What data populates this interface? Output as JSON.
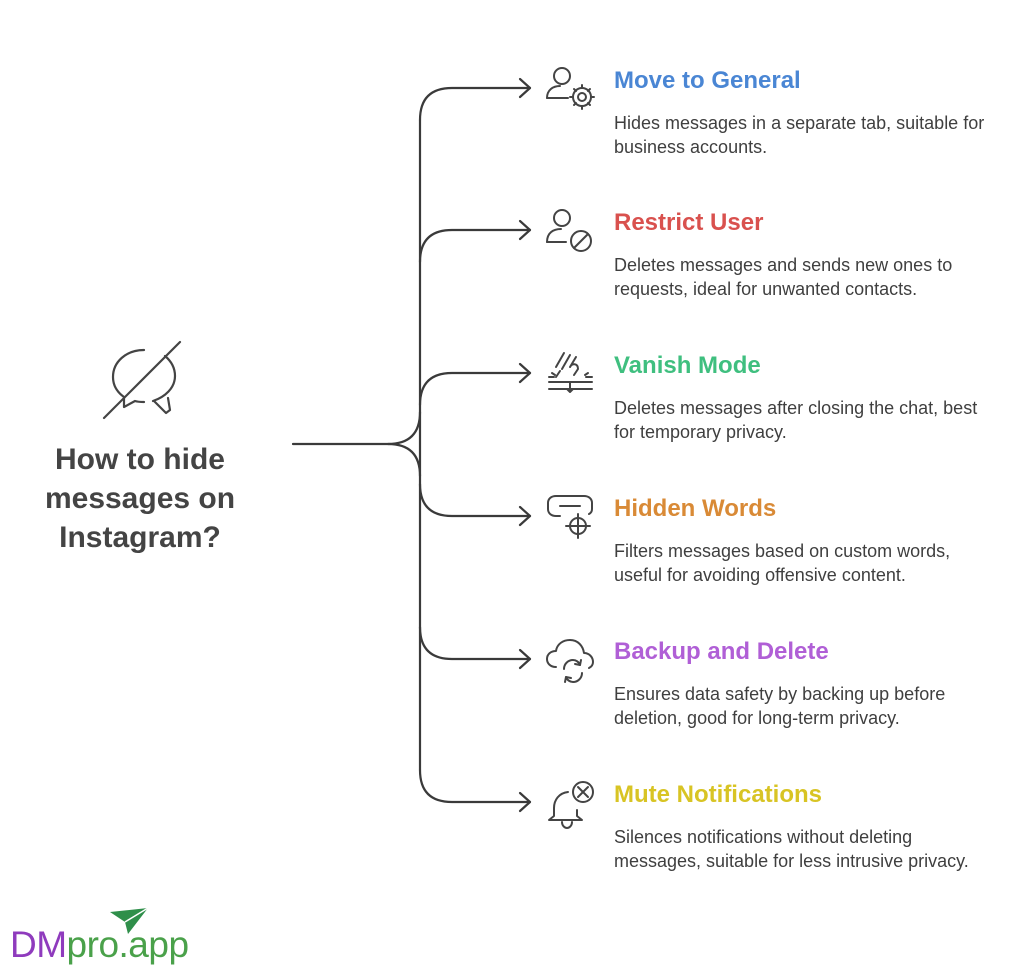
{
  "center": {
    "title": "How to hide messages on Instagram?",
    "icon": "no-chat-icon"
  },
  "branches": [
    {
      "title": "Move to General",
      "description": "Hides messages in a separate tab, suitable for business accounts.",
      "color": "#4a86d4",
      "icon": "user-gear-icon"
    },
    {
      "title": "Restrict User",
      "description": "Deletes messages and sends new ones to requests, ideal for unwanted contacts.",
      "color": "#d9514e",
      "icon": "user-block-icon"
    },
    {
      "title": "Vanish Mode",
      "description": "Deletes messages after closing the chat, best for temporary privacy.",
      "color": "#3fbf7f",
      "icon": "swipe-up-icon"
    },
    {
      "title": "Hidden Words",
      "description": "Filters messages based on custom words, useful for avoiding offensive content.",
      "color": "#d98a36",
      "icon": "message-target-icon"
    },
    {
      "title": "Backup and Delete",
      "description": "Ensures data safety by backing up before deletion, good for long-term privacy.",
      "color": "#b05fd6",
      "icon": "cloud-sync-icon"
    },
    {
      "title": "Mute Notifications",
      "description": "Silences notifications without deleting messages, suitable for less intrusive privacy.",
      "color": "#d8c424",
      "icon": "bell-off-icon"
    }
  ],
  "logo": {
    "prefix": "DM",
    "suffix": "pro.app",
    "icon": "paper-plane-icon",
    "colors": {
      "prefix": "#8f3bbd",
      "suffix": "#4aa14a"
    }
  }
}
